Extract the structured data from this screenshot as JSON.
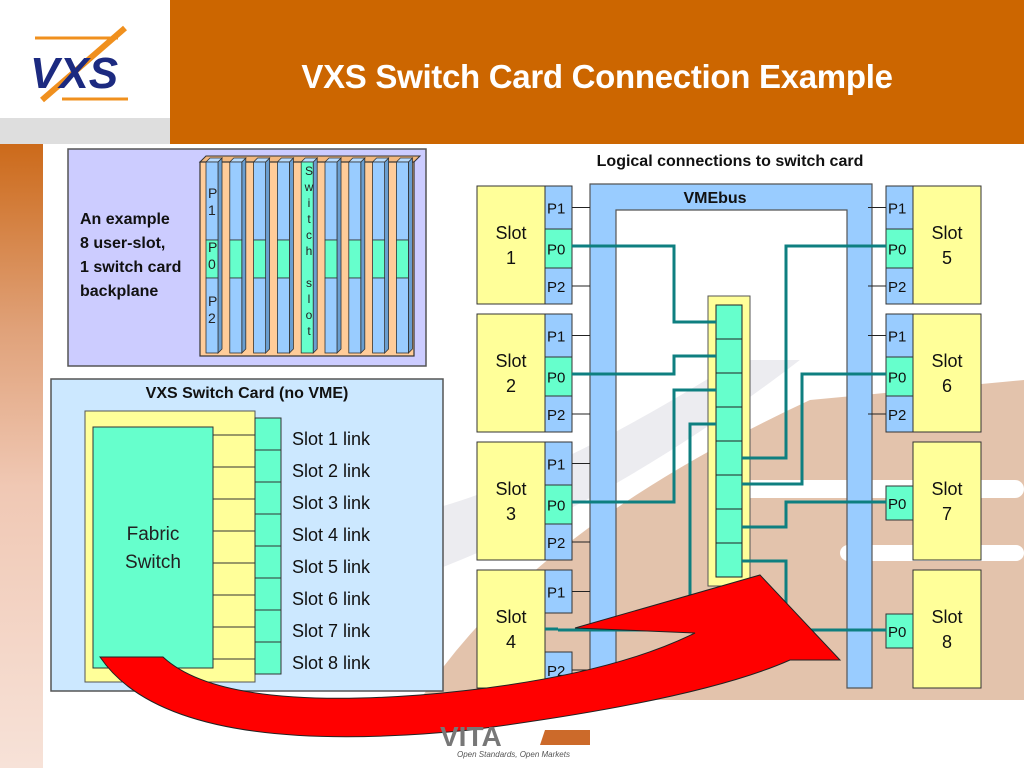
{
  "header": {
    "title": "VXS Switch Card Connection Example",
    "logo_text": "VXS",
    "brand_color": "#cc6600"
  },
  "backplane_panel": {
    "caption_lines": [
      "An example",
      "8 user-slot,",
      "1 switch card",
      "backplane"
    ],
    "slot_labels": {
      "p1": [
        "P",
        "1"
      ],
      "p0": [
        "P",
        "0"
      ],
      "p2": [
        "P",
        "2"
      ]
    },
    "switch_slot_label": [
      "S",
      "w",
      "i",
      "t",
      "c",
      "h",
      "",
      "s",
      "l",
      "o",
      "t"
    ],
    "user_slot_count": 8
  },
  "switch_card_panel": {
    "title": "VXS Switch Card (no VME)",
    "fabric_label": [
      "Fabric",
      "Switch"
    ],
    "links": [
      "Slot 1 link",
      "Slot 2 link",
      "Slot 3 link",
      "Slot 4 link",
      "Slot 5 link",
      "Slot 6 link",
      "Slot 7 link",
      "Slot 8 link"
    ]
  },
  "logical_diagram": {
    "title": "Logical connections to switch card",
    "bus_label": "VMEbus",
    "left_slots": [
      {
        "name": "Slot",
        "num": "1",
        "connectors": [
          "P1",
          "P0",
          "P2"
        ]
      },
      {
        "name": "Slot",
        "num": "2",
        "connectors": [
          "P1",
          "P0",
          "P2"
        ]
      },
      {
        "name": "Slot",
        "num": "3",
        "connectors": [
          "P1",
          "P0",
          "P2"
        ]
      },
      {
        "name": "Slot",
        "num": "4",
        "connectors": [
          "P1",
          "",
          "P2"
        ]
      }
    ],
    "right_slots": [
      {
        "name": "Slot",
        "num": "5",
        "connectors": [
          "P1",
          "P0",
          "P2"
        ]
      },
      {
        "name": "Slot",
        "num": "6",
        "connectors": [
          "P1",
          "P0",
          "P2"
        ]
      },
      {
        "name": "Slot",
        "num": "7",
        "connectors": [
          "",
          "P0",
          ""
        ]
      },
      {
        "name": "Slot",
        "num": "8",
        "connectors": [
          "",
          "P0",
          ""
        ]
      }
    ],
    "switch_ports": 8
  },
  "footer": {
    "vita_logo": "VITA",
    "tagline": "Open Standards, Open Markets"
  },
  "colors": {
    "slot_yellow": "#ffff99",
    "connector_blue": "#99ccff",
    "p0_green": "#66ffcc",
    "wire_teal": "#0e7f80",
    "arrow_red": "#ff0000",
    "panel_lavender": "#ccccff",
    "panel_lightblue": "#cce8ff",
    "backplane_peach": "#ffcc99"
  }
}
